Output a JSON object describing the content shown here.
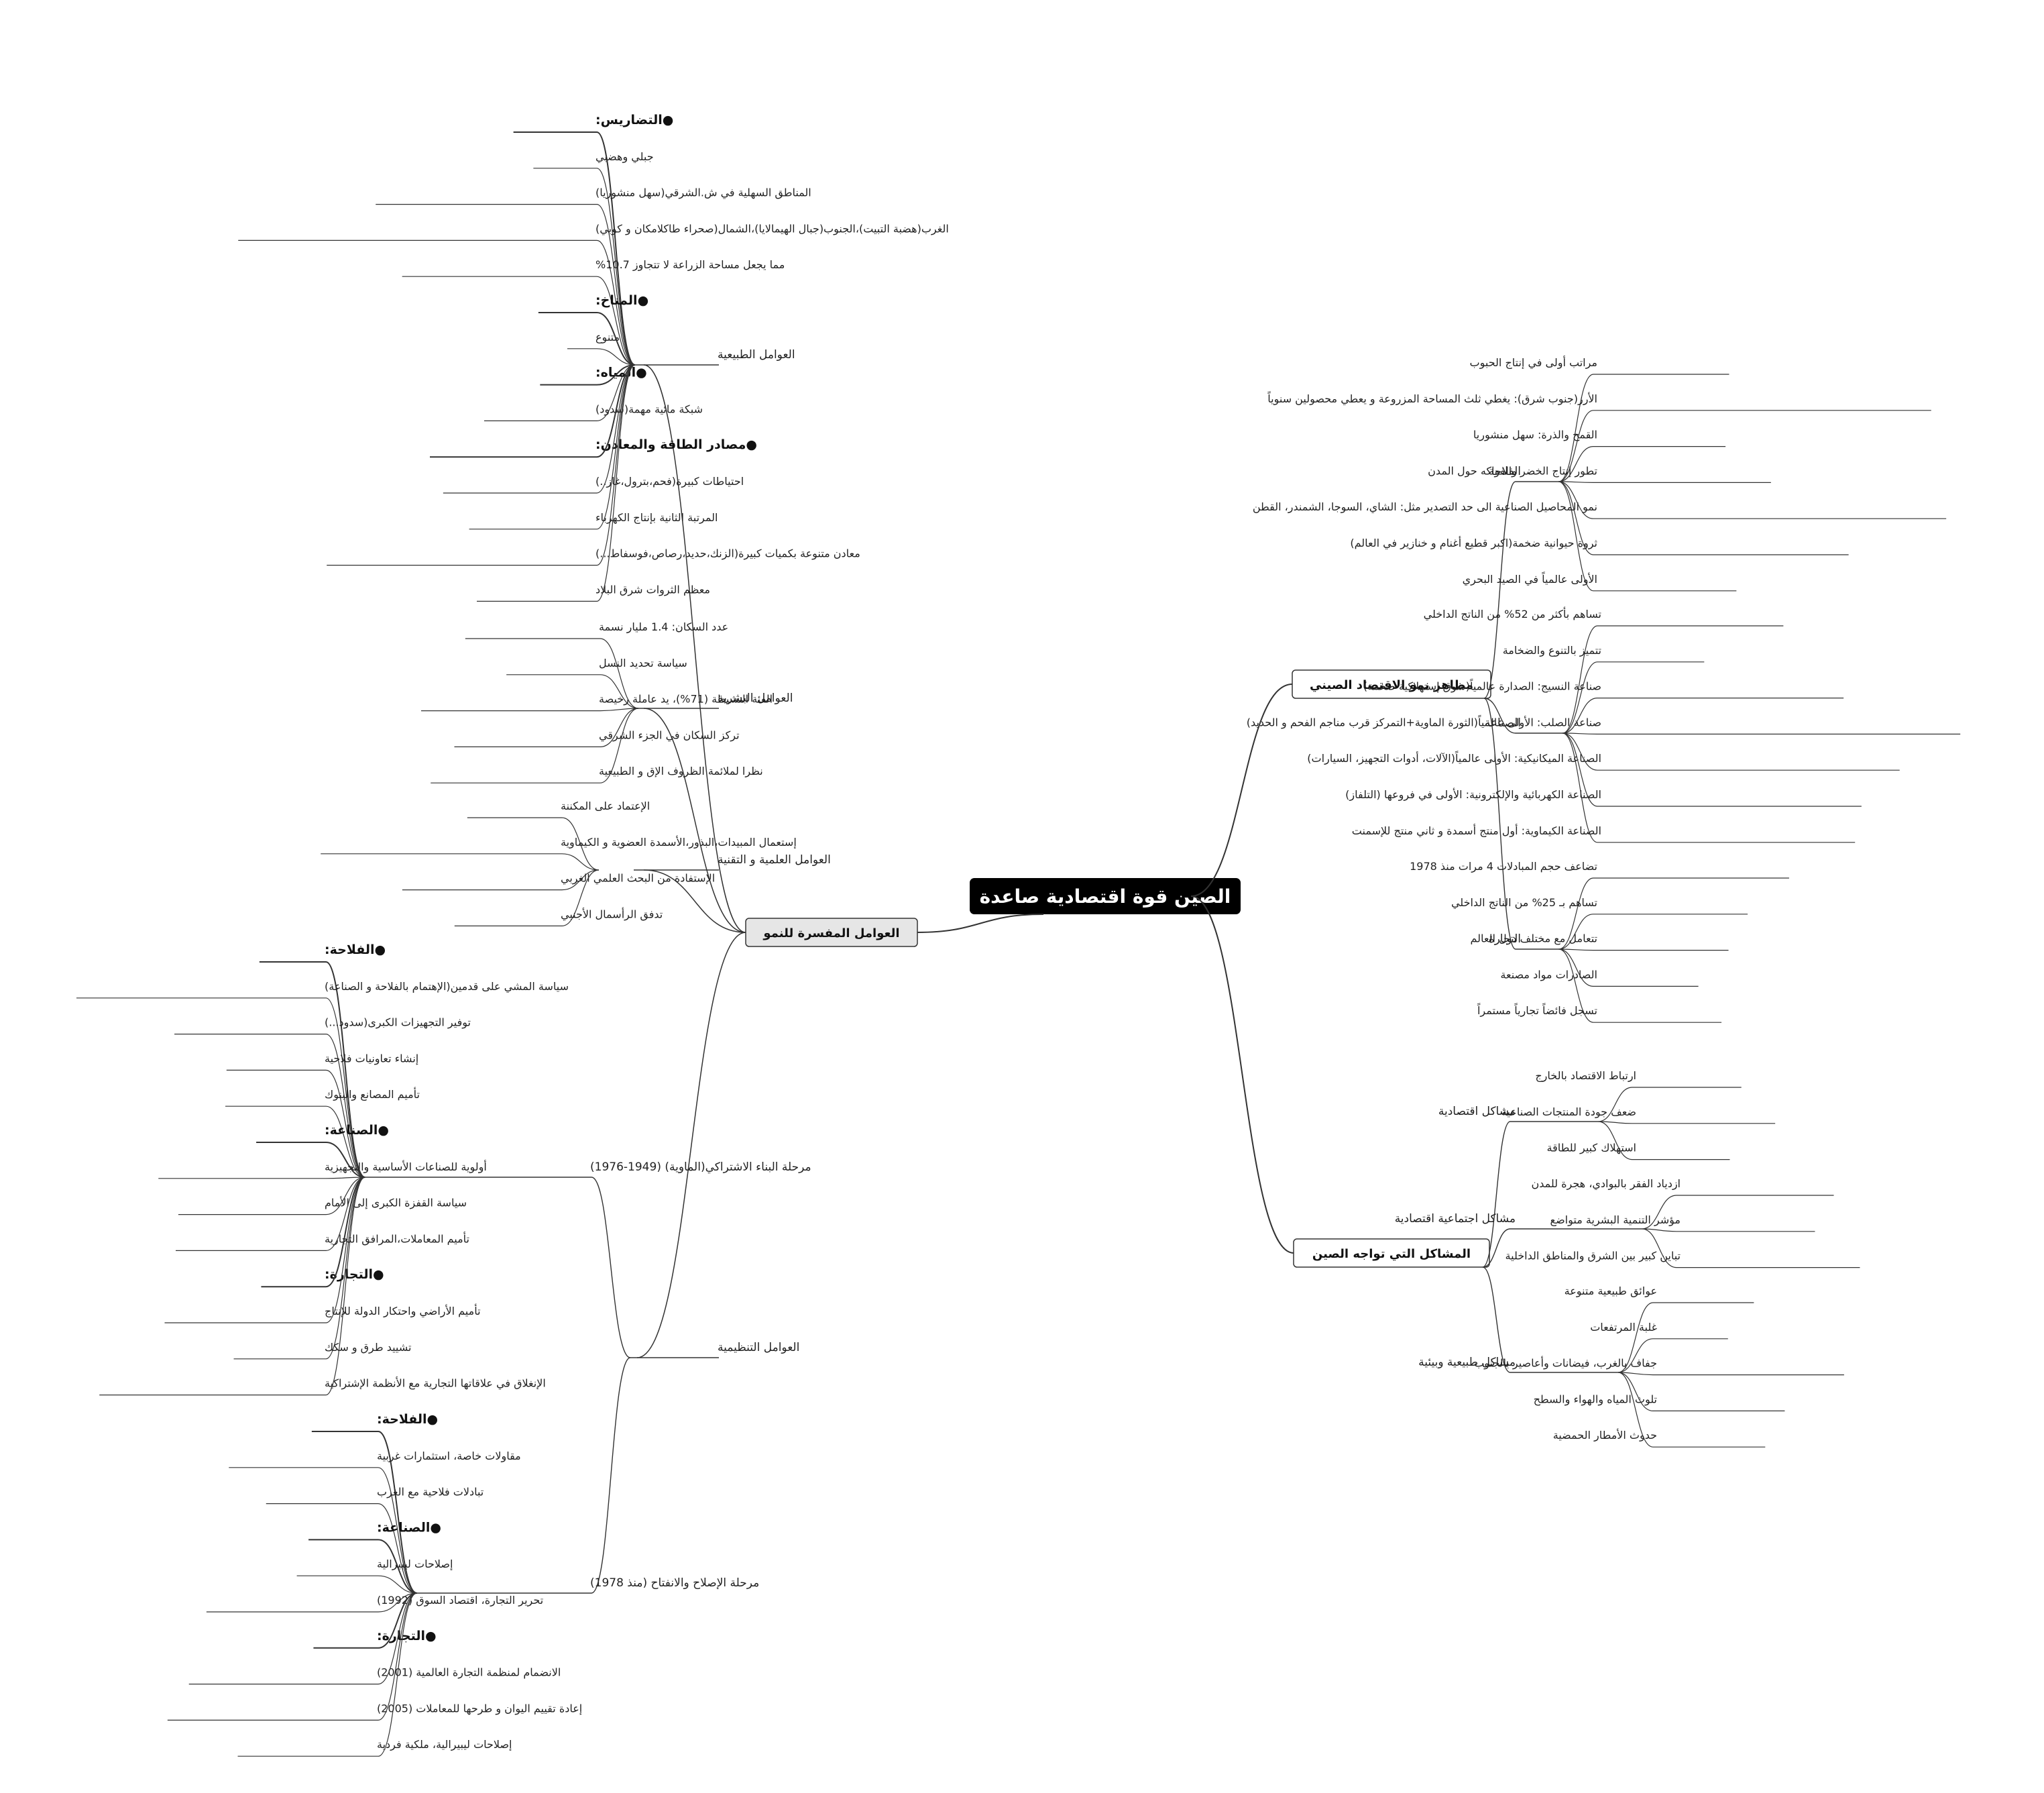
{
  "colors": {
    "root_fill": "#000000",
    "root_text": "#ffffff",
    "main_fill_left": "#e6e6e6",
    "main_fill_right": "#ffffff",
    "line": "#333333"
  },
  "root": {
    "label": "الصين قوة اقتصادية صاعدة"
  },
  "left_main": {
    "label": "العوامل المفسرة للنمو",
    "groups": [
      {
        "label": "العوامل الطبيعية",
        "items": [
          {
            "t": "●التضاريس:",
            "h": true
          },
          {
            "t": "جبلي وهضبي"
          },
          {
            "t": "المناطق السهلية في ش.الشرقي(سهل منشوريا)"
          },
          {
            "t": "الغرب(هضبة التبيت)،الجنوب(جبال الهيمالايا)،الشمال(صحراء طاكلامكان و كوبي)"
          },
          {
            "t": "مما يجعل مساحة الزراعة لا تتجاوز 10.7%"
          },
          {
            "t": "●المناخ:",
            "h": true
          },
          {
            "t": "متنوع"
          },
          {
            "t": "●المياه:",
            "h": true
          },
          {
            "t": "شبكة مائية مهمة(سدود)"
          },
          {
            "t": "●مصادر الطاقة والمعادن:",
            "h": true
          },
          {
            "t": "احتياطات كبيرة(فحم،بترول،غاز..)"
          },
          {
            "t": "المرتبة الثانية بإنتاج الكهرباء"
          },
          {
            "t": "معادن متنوعة بكميات كبيرة(الزنك،حديد،رصاص،فوسفاط...)"
          },
          {
            "t": "معظم الثروات شرق البلاد"
          }
        ]
      },
      {
        "label": "العوامل البشرية",
        "items": [
          {
            "t": "عدد السكان: 1.4 مليار نسمة"
          },
          {
            "t": "سياسة تحديد النسل"
          },
          {
            "t": "الفئة النشيطة (71%)، يد عاملة رخيصة"
          },
          {
            "t": "تركز السكان في الجزء الشرقي"
          },
          {
            "t": "نظرا لملائمة الظروف الإق و الطبيعية"
          }
        ]
      },
      {
        "label": "العوامل العلمية و التقنية",
        "items": [
          {
            "t": "الإعتماد على المكننة"
          },
          {
            "t": "إستعمال المبيدات،البذور،الأسمدة العضوية و الكيماوية"
          },
          {
            "t": "الإستفادة من البحث العلمي الغربي"
          },
          {
            "t": "تدفق الرأسمال الأجنبي"
          }
        ]
      },
      {
        "label": "العوامل التنظيمية",
        "phases": [
          {
            "label": "مرحلة البناء الاشتراكي(الماوية) (1949-1976)",
            "items": [
              {
                "t": "●الفلاحة:",
                "h": true
              },
              {
                "t": "سياسة المشي على قدمين(الإهتمام بالفلاحة و الصناعة)"
              },
              {
                "t": "توفير التجهيزات الكبرى(سدود...)"
              },
              {
                "t": "إنشاء تعاونيات فلاحية"
              },
              {
                "t": "تأميم المصانع والبنوك"
              },
              {
                "t": "●الصناعة:",
                "h": true
              },
              {
                "t": "أولوية للصناعات الأساسية والتجهيزية"
              },
              {
                "t": "سياسة القفزة الكبرى إلى الأمام"
              },
              {
                "t": "تأميم المعاملات،المرافق التجارية"
              },
              {
                "t": "●التجارة:",
                "h": true
              },
              {
                "t": "تأميم الأراضي واحتكار الدولة للإنتاج"
              },
              {
                "t": "تشييد طرق و سكك"
              },
              {
                "t": "الإنغلاق في علاقاتها التجارية مع الأنظمة الإشتراكية"
              }
            ]
          },
          {
            "label": "مرحلة الإصلاح والانفتاح (منذ 1978)",
            "items": [
              {
                "t": "●الفلاحة:",
                "h": true
              },
              {
                "t": "مقاولات خاصة، استثمارات غربية"
              },
              {
                "t": "تبادلات فلاحية مع الغرب"
              },
              {
                "t": "●الصناعة:",
                "h": true
              },
              {
                "t": "إصلاحات ليبيرالية"
              },
              {
                "t": "تحرير التجارة، اقتصاد السوق (1992)"
              },
              {
                "t": "●التجارة:",
                "h": true
              },
              {
                "t": "الانضمام لمنظمة التجارة العالمية (2001)"
              },
              {
                "t": "إعادة تقييم اليوان و طرحها للمعاملات (2005)"
              },
              {
                "t": "إصلاحات ليبيرالية، ملكية فردية"
              }
            ]
          }
        ]
      }
    ]
  },
  "right_mains": [
    {
      "label": "مظاهر نمو الاقتصاد الصيني",
      "groups": [
        {
          "label": "الفلاحة",
          "items": [
            {
              "t": "مراتب أولى في إنتاج الحبوب"
            },
            {
              "t": "الأرز(جنوب شرق): يغطي ثلث المساحة المزروعة و يعطي محصولين سنوياً"
            },
            {
              "t": "القمح والذرة: سهل منشوريا"
            },
            {
              "t": "تطور إنتاج الخضر والفواكه حول المدن"
            },
            {
              "t": "نمو المحاصيل الصناعية الى حد التصدير مثل: الشاي، السوجا، الشمندر، القطن"
            },
            {
              "t": "ثروة حيوانية ضخمة(اكبر قطيع أغنام و خنازير في العالم)"
            },
            {
              "t": "الأولى عالمياً في الصيد البحري"
            }
          ]
        },
        {
          "label": "الصناعة",
          "items": [
            {
              "t": "تساهم بأكثر من 52% من الناتج الداخلي"
            },
            {
              "t": "تتميز بالتنوع والضخامة"
            },
            {
              "t": "صناعة النسيج: الصدارة عالمياً(سوق إستهلاكية ضخمة)"
            },
            {
              "t": "صناعة الصلب: الأولى عالمياً(الثورة الماوية+التمركز قرب مناجم الفحم و الحديد)"
            },
            {
              "t": "الصناعة الميكانيكية: الأولى عالمياً(الآلات، أدوات التجهيز، السيارات)"
            },
            {
              "t": "الصناعة الكهربائية والإلكترونية: الأولى في فروعها (التلفاز)"
            },
            {
              "t": "الصناعة الكيماوية: أول منتج أسمدة و ثاني منتج للإسمنت"
            }
          ]
        },
        {
          "label": "التجارة",
          "items": [
            {
              "t": "تضاعف حجم المبادلات 4 مرات منذ 1978"
            },
            {
              "t": "تساهم بـ 25% من الناتج الداخلي"
            },
            {
              "t": "تتعامل مع مختلف دول العالم"
            },
            {
              "t": "الصادرات مواد مصنعة"
            },
            {
              "t": "تسجل فائضاً تجارياً مستمراً"
            }
          ]
        }
      ]
    },
    {
      "label": "المشاكل التي تواجه الصين",
      "groups": [
        {
          "label": "مشاكل اقتصادية",
          "items": [
            {
              "t": "ارتباط الاقتصاد بالخارج"
            },
            {
              "t": "ضعف جودة المنتجات الصناعية"
            },
            {
              "t": "استهلاك كبير للطاقة"
            }
          ]
        },
        {
          "label": "مشاكل اجتماعية اقتصادية",
          "items": [
            {
              "t": "ازدياد الفقر بالبوادي، هجرة للمدن"
            },
            {
              "t": "مؤشر التنمية البشرية متواضع"
            },
            {
              "t": "تباين كبير بين الشرق والمناطق الداخلية"
            }
          ]
        },
        {
          "label": "مشاكل طبيعية وبيئية",
          "items": [
            {
              "t": "عوائق طبيعية متنوعة"
            },
            {
              "t": "غلبة المرتفعات"
            },
            {
              "t": "جفاف بالغرب، فيضانات وأعاصير بالجنوب"
            },
            {
              "t": "تلوث المياه والهواء والسطح"
            },
            {
              "t": "حدوث الأمطار الحمضية"
            }
          ]
        }
      ]
    }
  ]
}
